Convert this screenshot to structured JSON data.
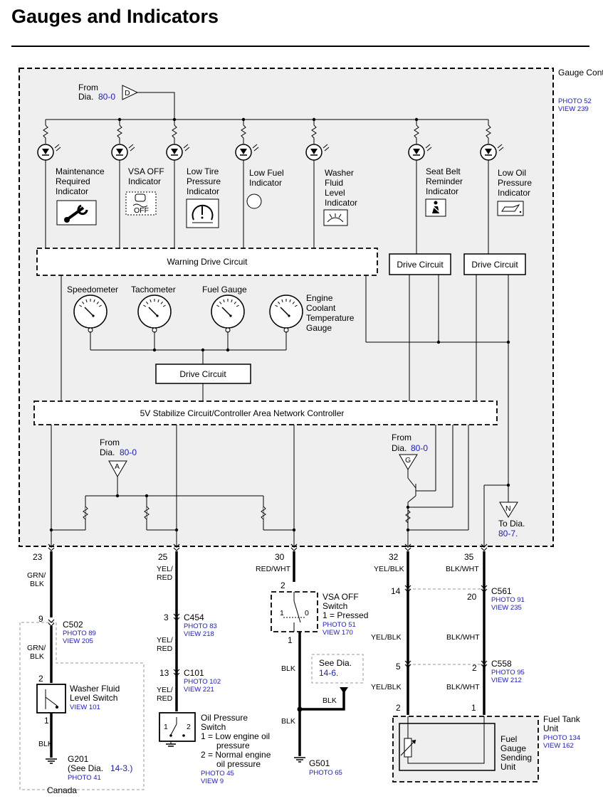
{
  "page": {
    "title": "Gauges and Indicators"
  },
  "module": {
    "name": "Gauge Control Module",
    "photo": "PHOTO 52",
    "view": "VIEW 239"
  },
  "refs": {
    "from_d": {
      "from": "From",
      "dia": "Dia.",
      "num": "80-0",
      "letter": "D"
    },
    "from_a": {
      "from": "From",
      "dia": "Dia.",
      "num": "80-0",
      "letter": "A"
    },
    "from_g": {
      "from": "From",
      "dia": "Dia.",
      "num": "80-0",
      "letter": "G"
    },
    "to_n": {
      "to": "To Dia.",
      "num": "80-7.",
      "letter": "N"
    }
  },
  "indicators": [
    {
      "name": "Maintenance Required Indicator",
      "icon": "wrench-icon"
    },
    {
      "name": "VSA OFF Indicator",
      "icon": "vsa-off-icon",
      "icon_text": "OFF"
    },
    {
      "name": "Low Tire Pressure Indicator",
      "icon": "tire-pressure-icon"
    },
    {
      "name": "Low Fuel Indicator",
      "icon": "circle-lamp-icon"
    },
    {
      "name": "Washer Fluid Level Indicator",
      "icon": "washer-icon"
    },
    {
      "name": "Seat Belt Reminder Indicator",
      "icon": "seatbelt-icon"
    },
    {
      "name": "Low Oil Pressure Indicator",
      "icon": "oil-can-icon"
    }
  ],
  "circuits": {
    "warning": "Warning Drive Circuit",
    "drive1": "Drive Circuit",
    "drive2": "Drive Circuit",
    "gauge_drive": "Drive Circuit",
    "stabilize": "5V Stabilize Circuit/Controller Area Network Controller"
  },
  "gauges": [
    "Speedometer",
    "Tachometer",
    "Fuel Gauge",
    "Engine Coolant Temperature Gauge"
  ],
  "pins": [
    {
      "num": "23",
      "wire": "GRN/ BLK"
    },
    {
      "num": "25",
      "wire": "YEL/ RED"
    },
    {
      "num": "30",
      "wire": "RED/WHT"
    },
    {
      "num": "32",
      "wire": "YEL/BLK"
    },
    {
      "num": "35",
      "wire": "BLK/WHT"
    }
  ],
  "connectors": {
    "c502": {
      "pin": "9",
      "name": "C502",
      "photo": "PHOTO 89",
      "view": "VIEW 205"
    },
    "c454": {
      "pin": "3",
      "name": "C454",
      "photo": "PHOTO 83",
      "view": "VIEW 218"
    },
    "c101": {
      "pin": "13",
      "name": "C101",
      "photo": "PHOTO 102",
      "view": "VIEW 221"
    },
    "c561": {
      "pin_left": "14",
      "pin_right": "20",
      "name": "C561",
      "photo": "PHOTO 91",
      "view": "VIEW 235"
    },
    "c558": {
      "pin_left": "5",
      "pin_right": "2",
      "name": "C558",
      "photo": "PHOTO 95",
      "view": "VIEW 212"
    }
  },
  "wire_labels": {
    "c502_below": "GRN/ BLK",
    "c454_below": "YEL/ RED",
    "c101_below": "YEL/ RED",
    "c561_left": "YEL/BLK",
    "c561_right": "BLK/WHT",
    "c558_left": "YEL/BLK",
    "c558_right": "BLK/WHT",
    "washer_below": "BLK",
    "vsa_below": "BLK",
    "vsa_branch": "BLK",
    "vsa_ground": "BLK"
  },
  "components": {
    "washer_switch": {
      "pin_top": "2",
      "pin_bottom": "1",
      "name": "Washer Fluid Level Switch",
      "view": "VIEW 101"
    },
    "vsa_switch": {
      "pin_top": "2",
      "pin_bottom": "1",
      "name": "VSA OFF Switch",
      "note": "1 = Pressed",
      "pos1": "1",
      "pos0": "0",
      "photo": "PHOTO 51",
      "view": "VIEW 170"
    },
    "oil_switch": {
      "name": "Oil Pressure Switch",
      "line1": "1 = Low engine oil pressure",
      "line2": "2 = Normal engine oil pressure",
      "pos1": "1",
      "pos2": "2",
      "photo": "PHOTO 45",
      "view": "VIEW 9"
    },
    "fuel_unit": {
      "pin_left": "2",
      "pin_right": "1",
      "name": "Fuel Tank Unit",
      "photo": "PHOTO 134",
      "view": "VIEW 162",
      "inner": "Fuel Gauge Sending Unit"
    }
  },
  "grounds": {
    "g201": {
      "name": "G201",
      "see": "(See Dia.",
      "num": "14-3.)",
      "photo": "PHOTO 41"
    },
    "g501": {
      "name": "G501",
      "photo": "PHOTO 65"
    }
  },
  "see_box": {
    "see": "See Dia.",
    "num": "14-6."
  },
  "canada": "Canada"
}
